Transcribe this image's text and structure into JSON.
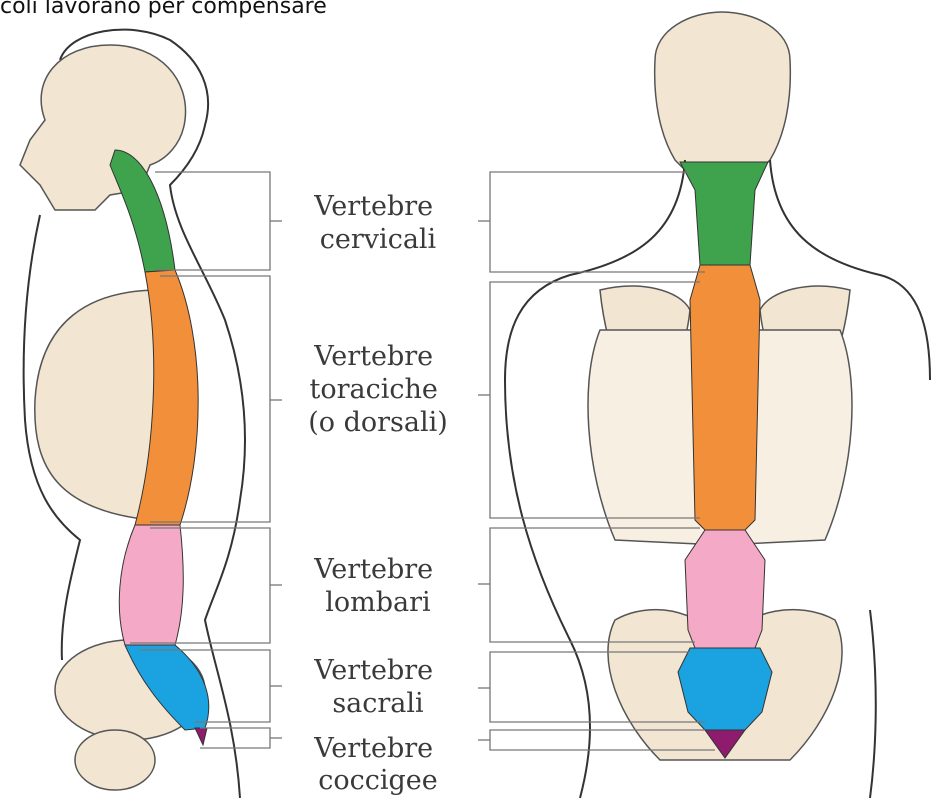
{
  "header": {
    "caption_fragment": "coli lavorano per compensare"
  },
  "diagram": {
    "labels": {
      "cervical": [
        "Vertebre",
        "cervicali"
      ],
      "thoracic": [
        "Vertebre",
        "toraciche",
        "(o dorsali)"
      ],
      "lumbar": [
        "Vertebre",
        "lombari"
      ],
      "sacral": [
        "Vertebre",
        "sacrali"
      ],
      "coccygeal": [
        "Vertebre",
        "coccigee"
      ]
    },
    "colors": {
      "cervical": "#3fa34d",
      "thoracic": "#f28f3b",
      "lumbar": "#f4a9c6",
      "sacral": "#1aa3e0",
      "coccygeal": "#8e1b6e",
      "bone": "#f2e6d2",
      "outline": "#333333"
    }
  }
}
